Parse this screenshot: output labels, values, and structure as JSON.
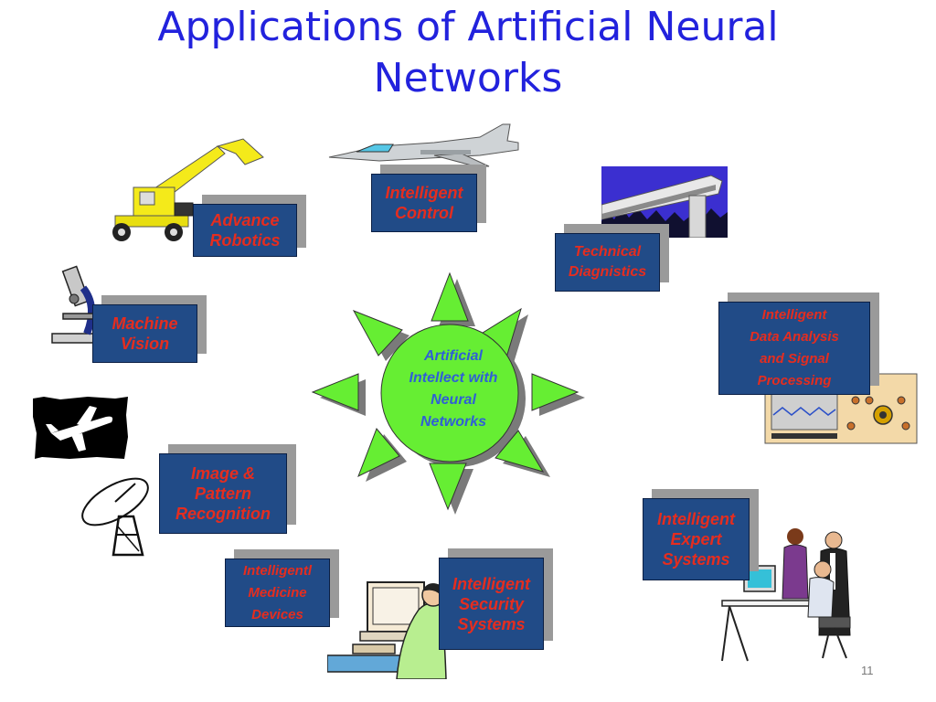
{
  "slide": {
    "title_lines": [
      "Applications of Artificial Neural",
      "Networks"
    ],
    "page_number": "11"
  },
  "center": {
    "lines": [
      "Artificial",
      "Intellect with",
      "Neural",
      "Networks"
    ]
  },
  "boxes": {
    "intelligent_control": [
      "Intelligent",
      "Control"
    ],
    "advance_robotics": [
      "Advance",
      "Robotics"
    ],
    "technical_diagnistics": [
      "Technical",
      "Diagnistics"
    ],
    "machine_vision": [
      "Machine",
      "Vision"
    ],
    "intelligent_data_analysis": [
      "Intelligent",
      "Data Analysis",
      "and Signal",
      "Processing"
    ],
    "image_pattern_recognition": [
      "Image &",
      "Pattern",
      "Recognition"
    ],
    "intelligent_expert_systems": [
      "Intelligent",
      "Expert",
      "Systems"
    ],
    "intelligentl_medicine_devices": [
      "Intelligentl",
      "Medicine",
      "Devices"
    ],
    "intelligent_security_systems": [
      "Intelligent",
      "Security",
      "Systems"
    ]
  },
  "colors": {
    "title": "#2222dd",
    "box_fill": "#214b87",
    "box_text": "#e52d1f",
    "sun_fill": "#66ee33",
    "sun_text": "#2f5fd6",
    "shadow": "#9a9a9a"
  }
}
